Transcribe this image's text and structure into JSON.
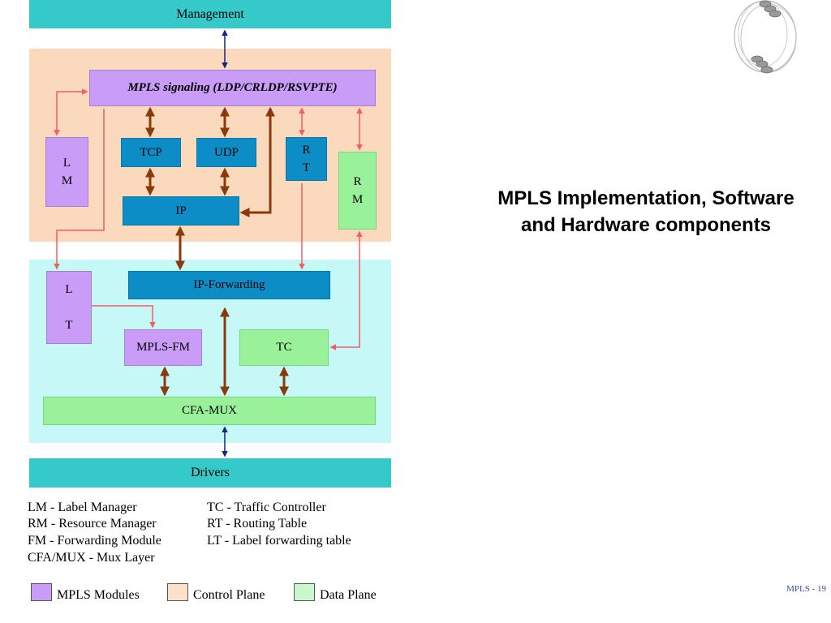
{
  "slide": {
    "title": "MPLS Implementation, Software and Hardware components",
    "footer": "MPLS - 19"
  },
  "diagram": {
    "management": "Management",
    "signaling": "MPLS signaling (LDP/CRLDP/RSVPTE)",
    "lm": "L\nM",
    "tcp": "TCP",
    "udp": "UDP",
    "rt": "R\nT",
    "rm": "R\nM",
    "ip": "IP",
    "ip_forwarding": "IP-Forwarding",
    "lt": "L\n\nT",
    "mpls_fm": "MPLS-FM",
    "tc": "TC",
    "cfa_mux": "CFA-MUX",
    "drivers": "Drivers"
  },
  "abbreviations": {
    "left": [
      "LM - Label Manager",
      "RM - Resource Manager",
      "FM - Forwarding Module",
      "CFA/MUX - Mux Layer"
    ],
    "right": [
      "TC - Traffic Controller",
      "RT - Routing Table",
      "LT - Label forwarding table"
    ]
  },
  "legend": [
    {
      "label": "MPLS Modules",
      "color": "#c89cf7"
    },
    {
      "label": "Control Plane",
      "color": "#fce0c8"
    },
    {
      "label": "Data Plane",
      "color": "#ccf7cc"
    }
  ],
  "colors": {
    "control_plane": "#fbd9bd",
    "data_plane": "#c6f8f8",
    "module": "#c89cf7",
    "protocol": "#0d8dc6",
    "data_module": "#99f299",
    "bus": "#36c9c9",
    "arrow_brown": "#8a3a0a",
    "arrow_red": "#f06060",
    "arrow_navy": "#1a237e"
  }
}
